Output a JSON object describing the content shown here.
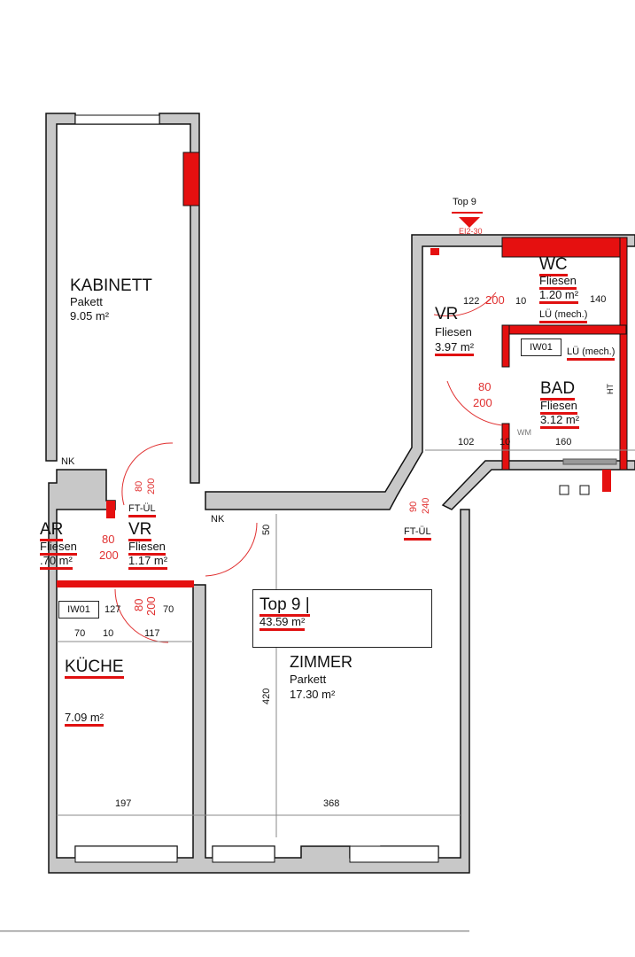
{
  "rooms": {
    "kabinett": {
      "name": "KABINETT",
      "floor": "Pakett",
      "area": "9.05 m²"
    },
    "ar": {
      "name": "AR",
      "floor": "Fliesen",
      "area": ".70 m²"
    },
    "vr_small": {
      "name": "VR",
      "floor": "Fliesen",
      "area": "1.17 m²"
    },
    "kueche": {
      "name": "KÜCHE",
      "area": "7.09 m²"
    },
    "zimmer": {
      "name": "ZIMMER",
      "floor": "Parkett",
      "area": "17.30 m²"
    },
    "vr_right": {
      "name": "VR",
      "floor": "Fliesen",
      "area": "3.97 m²"
    },
    "wc": {
      "name": "WC",
      "floor": "Fliesen",
      "area": "1.20 m²",
      "vent": "LÜ (mech.)"
    },
    "bad": {
      "name": "BAD",
      "floor": "Fliesen",
      "area": "3.12 m²",
      "vent": "LÜ (mech.)"
    }
  },
  "unit": {
    "label": "Top 9 |",
    "area": "43.59 m²",
    "entrance_label": "Top 9",
    "fire_rating": "EI2-30"
  },
  "labels": {
    "nk": "NK",
    "ft_ul": "FT-ÜL",
    "iw01": "IW01",
    "wm": "WM",
    "ht": "HT"
  },
  "doors": {
    "kabinett": {
      "w": "80",
      "h": "200"
    },
    "ar": {
      "w": "80",
      "h": "200"
    },
    "kueche": {
      "w": "80",
      "h": "200"
    },
    "entrance": {
      "w": "90",
      "h": "240"
    },
    "bad": {
      "w": "80",
      "h": "200"
    },
    "wc": {
      "h": "200"
    }
  },
  "dimensions": {
    "kueche_127": "127",
    "kueche_70a": "70",
    "kueche_70b": "70",
    "kueche_10": "10",
    "kueche_117": "117",
    "kueche_width": "197",
    "zimmer_width": "368",
    "zimmer_depth": "420",
    "zimmer_50": "50",
    "vr_122": "122",
    "wc_10": "10",
    "wc_140": "140",
    "vr_102": "102",
    "bad_10": "10",
    "bad_160": "160"
  },
  "colors": {
    "wall": "#c8c8c8",
    "new_wall": "#e51010",
    "dim_red": "#e03030"
  }
}
